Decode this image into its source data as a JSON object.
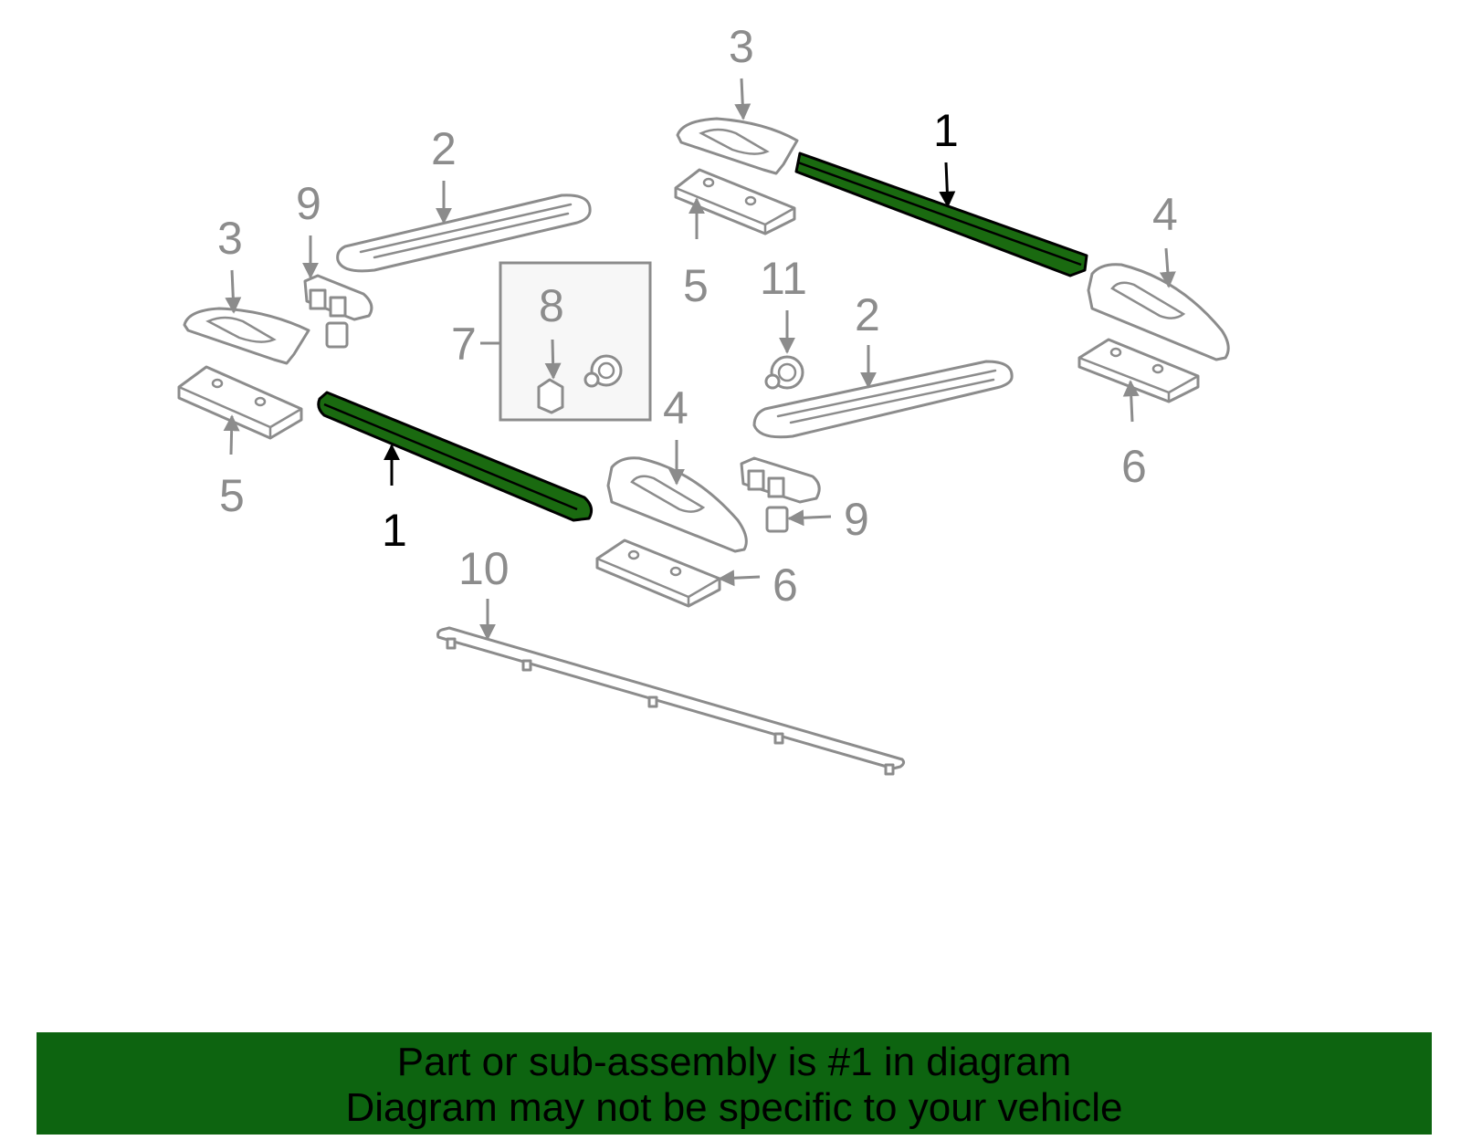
{
  "callouts": {
    "rail_left": "1",
    "rail_right": "1",
    "crossbar_left": "2",
    "crossbar_right": "2",
    "front_cover_left": "3",
    "front_cover_right": "3",
    "rear_cover_mid": "4",
    "rear_cover_right": "4",
    "front_pad_left": "5",
    "front_pad_top": "5",
    "rear_pad_mid": "6",
    "rear_pad_right": "6",
    "kit_box": "7",
    "kit_item": "8",
    "clip_left": "9",
    "clip_right": "9",
    "side_strip": "10",
    "fastener": "11"
  },
  "colors": {
    "highlight": "#1a6a10",
    "banner": "#0d6410",
    "line_art": "#8c8c8c"
  },
  "banner": {
    "line1": "Part or sub-assembly is #1 in diagram",
    "line2": "Diagram may not be specific to your vehicle"
  }
}
